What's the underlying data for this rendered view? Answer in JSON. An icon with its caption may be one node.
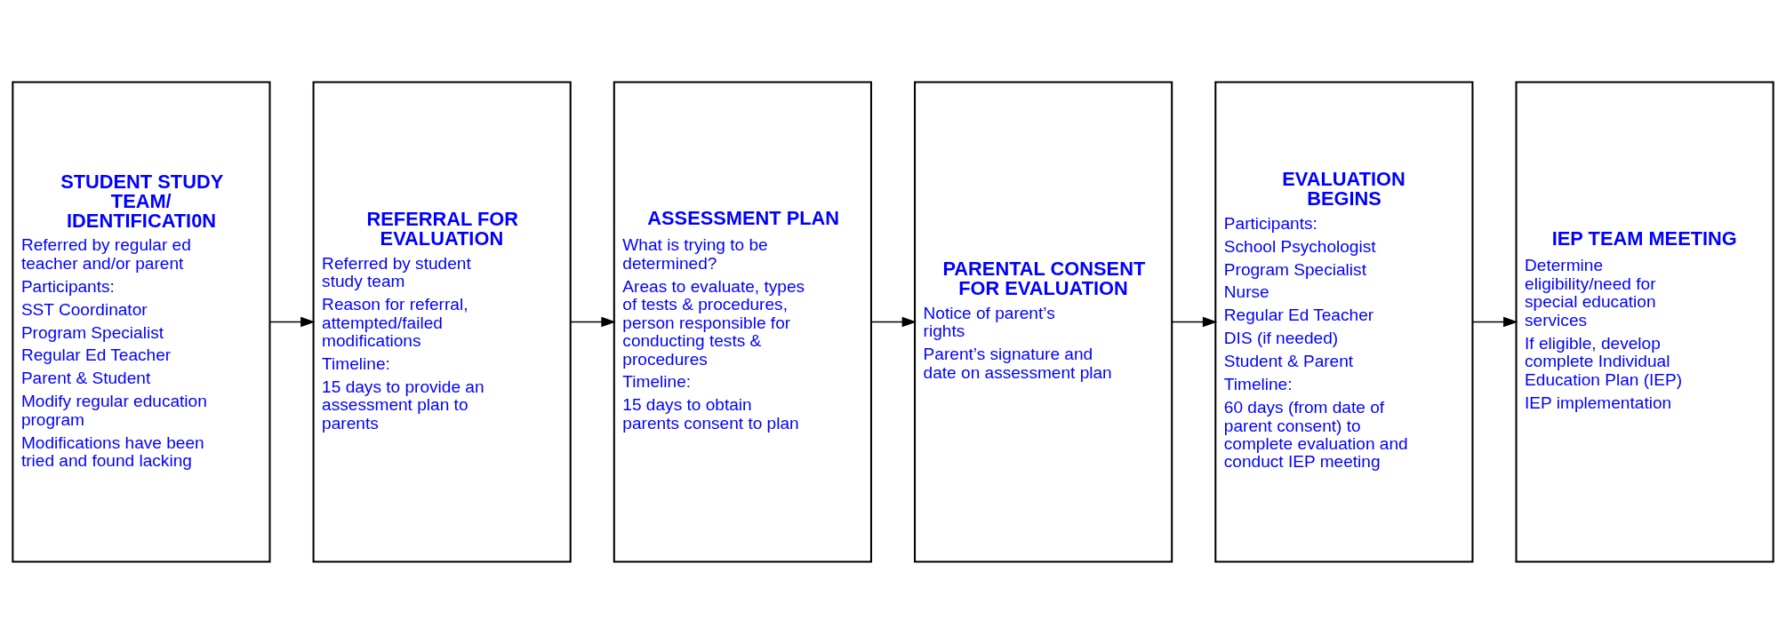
{
  "diagram": {
    "nodes": [
      {
        "text": [
          "STUDENT STUDY TEAM/ IDENTIFICATI0N",
          "Referred by regular ed teacher and/or parent",
          "Participants:",
          "SST Coordinator",
          "Program Specialist",
          "Regular Ed Teacher",
          "Parent & Student",
          "Modify regular education program",
          "Modifications have been tried and found lacking"
        ]
      },
      {
        "text": [
          "REFERRAL FOR EVALUATION",
          "Referred by student study team",
          "Reason for referral, attempted/failed modifications",
          "Timeline:",
          "15 days to provide an assessment plan to parents"
        ]
      },
      {
        "text": [
          "ASSESSMENT PLAN",
          "What is trying to be determined?",
          "Areas to evaluate, types of tests & procedures, person responsible for conducting tests & procedures",
          "Timeline:",
          "15 days to obtain parents consent to plan"
        ]
      },
      {
        "text": [
          "PARENTAL CONSENT FOR EVALUATION",
          "Notice of parent’s rights",
          "Parent’s signature and date on assessment plan"
        ]
      },
      {
        "text": [
          "EVALUATION BEGINS",
          "Participants:",
          "School Psychologist",
          "Program Specialist",
          "Nurse",
          "Regular Ed Teacher",
          "DIS (if needed)",
          "Student & Parent",
          "Timeline:",
          "60 days (from date of parent consent) to complete evaluation and conduct IEP meeting"
        ]
      },
      {
        "text": [
          "IEP TEAM MEETING",
          "Determine eligibility/need for special education services",
          "If eligible, develop complete Individual Education Plan (IEP)",
          "IEP implementation"
        ]
      }
    ],
    "edges": [
      {
        "from": 0,
        "to": 1,
        "arrow": "to"
      },
      {
        "from": 1,
        "to": 2,
        "arrow": "to"
      },
      {
        "from": 2,
        "to": 3,
        "arrow": "to"
      },
      {
        "from": 3,
        "to": 4,
        "arrow": "to"
      },
      {
        "from": 4,
        "to": 5,
        "arrow": "to"
      }
    ]
  }
}
